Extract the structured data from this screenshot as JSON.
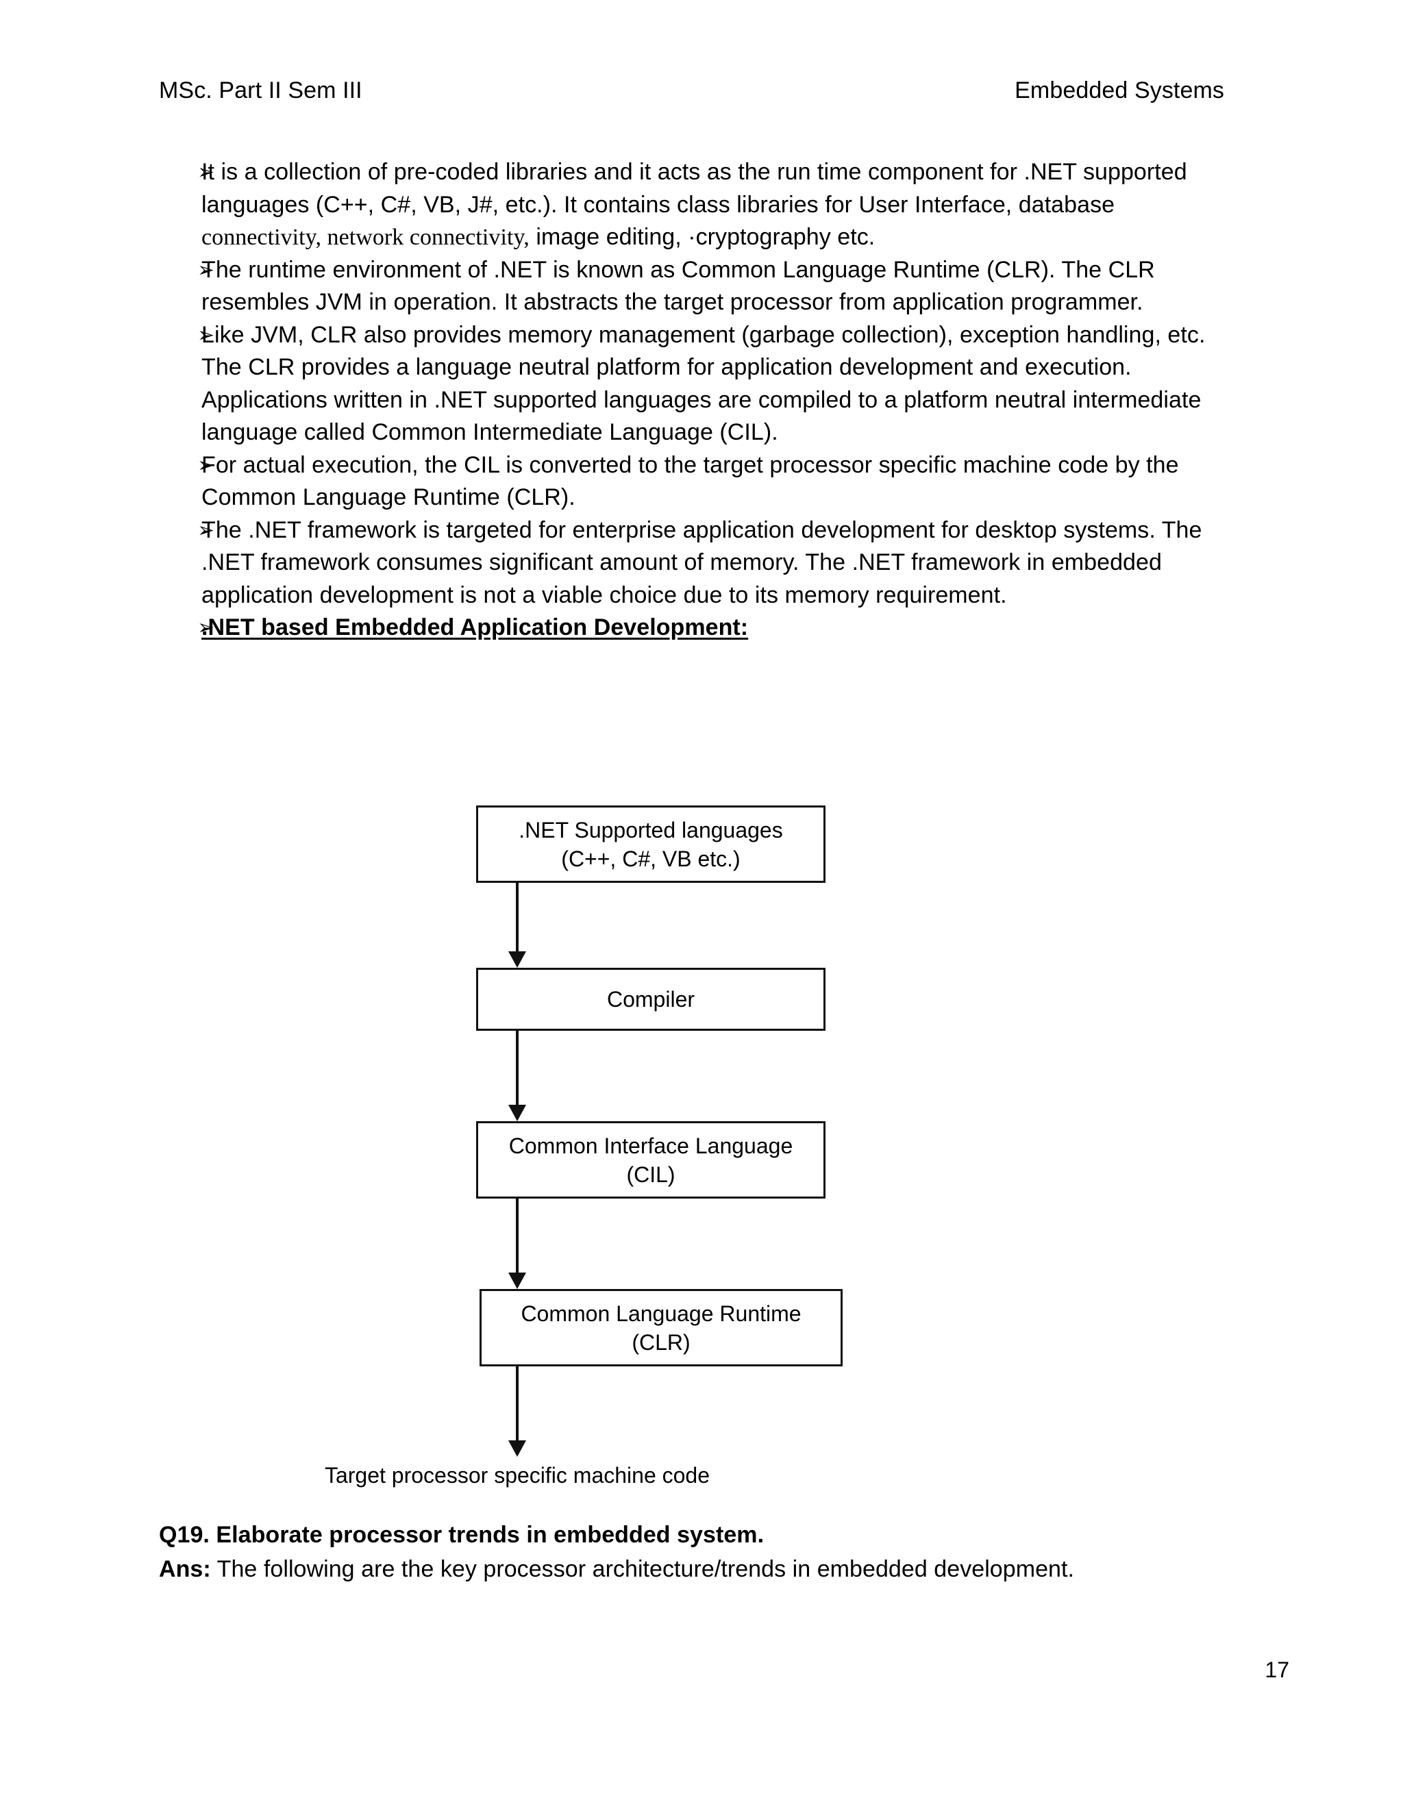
{
  "header": {
    "left": "MSc. Part II Sem III",
    "right": "Embedded Systems"
  },
  "bullets": [
    {
      "marker": "➢",
      "pre": "It is a collection of pre-coded libraries and it acts as the run time component for .NET supported languages (C++, C#, VB, J#, etc.). It contains class libraries for User Interface, database ",
      "serif": "connectivity, network connectivity,",
      "post": " image editing, ·cryptography etc."
    },
    {
      "marker": "➢",
      "text": "The runtime environment of .NET is known as Common Language Runtime (CLR). The CLR resembles JVM in operation. It abstracts the target processor from application programmer."
    },
    {
      "marker": "➢",
      "text": "Like JVM, CLR also provides memory management (garbage collection), exception handling, etc. The CLR provides a language neutral platform for application development and execution. Applications written in .NET supported languages are compiled to a platform neutral intermediate language called Common Intermediate Language (CIL)."
    },
    {
      "marker": "➢",
      "text": "For actual execution, the CIL is converted to the target processor specific machine code by the Common Language Runtime (CLR)."
    },
    {
      "marker": "➢",
      "text": "The .NET framework is targeted for enterprise application development for desktop systems. The .NET framework consumes significant amount of memory. The .NET framework in embedded application development is not a viable choice due to its memory requirement."
    },
    {
      "marker": "➢",
      "text": ".NET based Embedded Application Development:",
      "style": "heading"
    }
  ],
  "flowchart": {
    "boxes": [
      {
        "line1": ".NET Supported languages",
        "line2": "(C++, C#, VB etc.)"
      },
      {
        "line1": "Compiler",
        "line2": ""
      },
      {
        "line1": "Common Interface Language",
        "line2": "(CIL)"
      },
      {
        "line1": "Common Language Runtime",
        "line2": "(CLR)"
      }
    ],
    "caption": "Target processor specific machine code"
  },
  "qa": {
    "question": "Q19. Elaborate processor trends in embedded system.",
    "answer_label": "Ans:",
    "answer_text": " The following are the key processor architecture/trends in embedded development."
  },
  "footer": {
    "page_number": "17"
  }
}
